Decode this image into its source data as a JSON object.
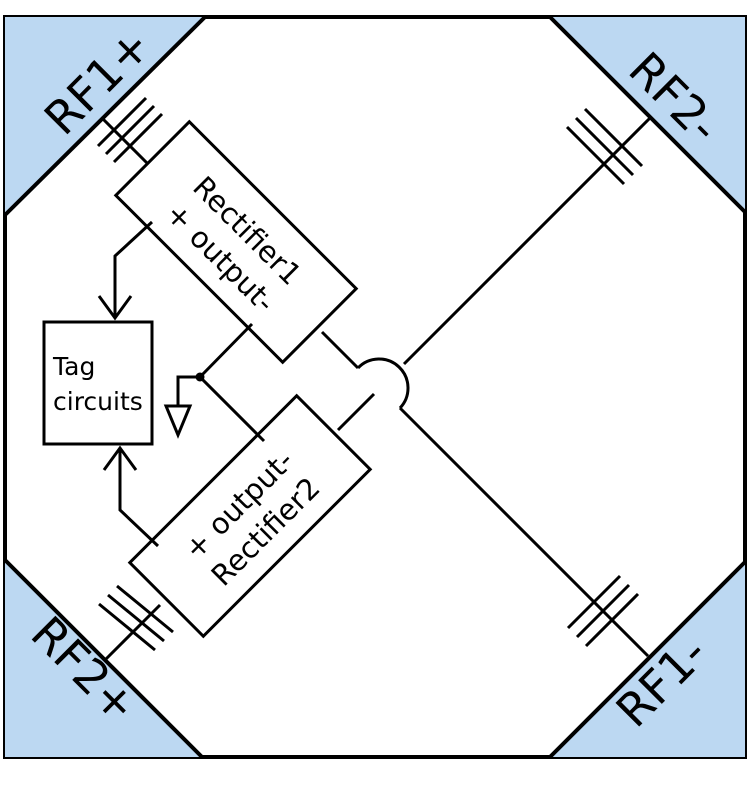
{
  "colors": {
    "corner_fill": "#bcd8f2",
    "line": "#000000",
    "background": "#ffffff"
  },
  "ports": {
    "rf1_plus": "RF1+",
    "rf1_minus": "RF1-",
    "rf2_plus": "RF2+",
    "rf2_minus": "RF2-"
  },
  "rectifier1": {
    "name": "Rectifier1",
    "terminals": "+ output-"
  },
  "rectifier2": {
    "name": "Rectifier2",
    "terminals": "+ output-"
  },
  "tag_block": {
    "line1": "Tag",
    "line2": "circuits"
  },
  "icons": [
    "ground-icon",
    "capacitor-icon",
    "arrow-icon",
    "junction-dot-icon",
    "crossover-hop-icon"
  ]
}
